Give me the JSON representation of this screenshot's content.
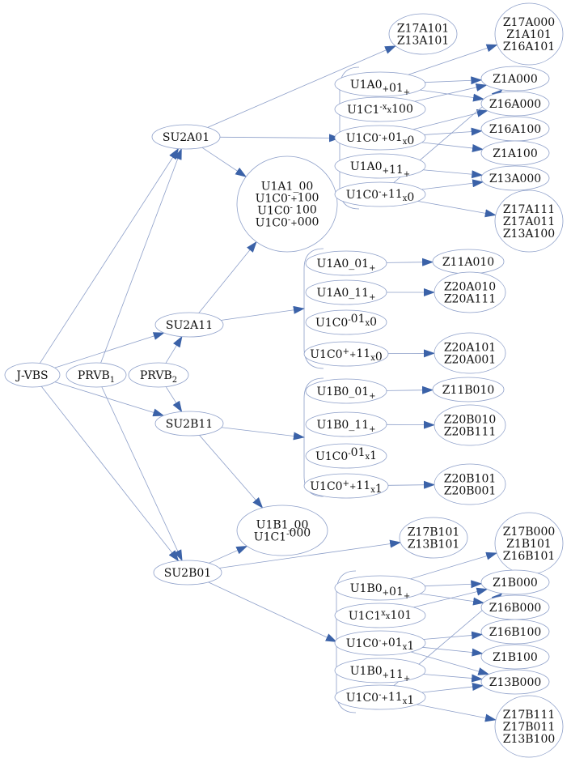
{
  "diagram": {
    "nodes": [
      {
        "id": "jvbs",
        "lines": [
          "J-VBS"
        ]
      },
      {
        "id": "prvb1",
        "lines": [
          "PRVB_{1}"
        ]
      },
      {
        "id": "prvb2",
        "lines": [
          "PRVB_{2}"
        ]
      },
      {
        "id": "su2a01",
        "lines": [
          "SU2A01"
        ]
      },
      {
        "id": "su2a11",
        "lines": [
          "SU2A11"
        ]
      },
      {
        "id": "su2b11",
        "lines": [
          "SU2B11"
        ]
      },
      {
        "id": "su2b01",
        "lines": [
          "SU2B01"
        ]
      },
      {
        "id": "u1a1grp",
        "lines": [
          "U1A1_00",
          "U1C0^{-}_{+}100",
          "U1C0^{-}_{ }100",
          "U1C0^{-}_{+}000"
        ]
      },
      {
        "id": "u1b1grp",
        "lines": [
          "U1B1_00",
          "U1C1^{-}000"
        ]
      },
      {
        "id": "z17a101grp",
        "lines": [
          "Z17A101",
          "Z13A101"
        ]
      },
      {
        "id": "z17a000grp",
        "lines": [
          "Z17A000",
          "Z1A101",
          "Z16A101"
        ]
      },
      {
        "id": "u1a0p01p",
        "lines": [
          "U1A0_{+}01_{+}"
        ]
      },
      {
        "id": "u1c1mx100",
        "lines": [
          "U1C1^{-x}_{x}100"
        ]
      },
      {
        "id": "u1c0pm01x0",
        "lines": [
          "U1C0^{-}_{+}01_{x}0"
        ]
      },
      {
        "id": "u1a0p11p",
        "lines": [
          "U1A0_{+}11_{+}"
        ]
      },
      {
        "id": "u1c0pm11x0",
        "lines": [
          "U1C0^{-}_{+}11_{x}0"
        ]
      },
      {
        "id": "z1a000",
        "lines": [
          "Z1A000"
        ]
      },
      {
        "id": "z16a000",
        "lines": [
          "Z16A000"
        ]
      },
      {
        "id": "z16a100",
        "lines": [
          "Z16A100"
        ]
      },
      {
        "id": "z1a100",
        "lines": [
          "Z1A100"
        ]
      },
      {
        "id": "z13a000",
        "lines": [
          "Z13A000"
        ]
      },
      {
        "id": "z17a111grp",
        "lines": [
          "Z17A111",
          "Z17A011",
          "Z13A100"
        ]
      },
      {
        "id": "u1a0m01p",
        "lines": [
          "U1A0_01_{+}"
        ]
      },
      {
        "id": "u1a0m11p",
        "lines": [
          "U1A0_11_{+}"
        ]
      },
      {
        "id": "u1c0mm01x0",
        "lines": [
          "U1C0^{-}01_{x}0"
        ]
      },
      {
        "id": "u1c0pp11x0",
        "lines": [
          "U1C0^{+}_{+}11_{x}0"
        ]
      },
      {
        "id": "z11a010",
        "lines": [
          "Z11A010"
        ]
      },
      {
        "id": "z20a010grp",
        "lines": [
          "Z20A010",
          "Z20A111"
        ]
      },
      {
        "id": "z20a101grp",
        "lines": [
          "Z20A101",
          "Z20A001"
        ]
      },
      {
        "id": "u1b0m01p",
        "lines": [
          "U1B0_01_{+}"
        ]
      },
      {
        "id": "u1b0m11p",
        "lines": [
          "U1B0_11_{+}"
        ]
      },
      {
        "id": "u1c0mm01x1",
        "lines": [
          "U1C0^{-}01_{x}1"
        ]
      },
      {
        "id": "u1c0pp11x1",
        "lines": [
          "U1C0^{+}_{+}11_{x}1"
        ]
      },
      {
        "id": "z11b010",
        "lines": [
          "Z11B010"
        ]
      },
      {
        "id": "z20b010grp",
        "lines": [
          "Z20B010",
          "Z20B111"
        ]
      },
      {
        "id": "z20b101grp",
        "lines": [
          "Z20B101",
          "Z20B001"
        ]
      },
      {
        "id": "z17b101grp",
        "lines": [
          "Z17B101",
          "Z13B101"
        ]
      },
      {
        "id": "z17b000grp",
        "lines": [
          "Z17B000",
          "Z1B101",
          "Z16B101"
        ]
      },
      {
        "id": "u1b0p01p",
        "lines": [
          "U1B0_{+}01_{+}"
        ]
      },
      {
        "id": "u1c1xx101",
        "lines": [
          "U1C1^{x}_{x}101"
        ]
      },
      {
        "id": "u1c0pm01x1",
        "lines": [
          "U1C0^{-}_{+}01_{x}1"
        ]
      },
      {
        "id": "u1b0p11p",
        "lines": [
          "U1B0_{+}11_{+}"
        ]
      },
      {
        "id": "u1c0pm11x1",
        "lines": [
          "U1C0^{-}_{+}11_{x}1"
        ]
      },
      {
        "id": "z1b000",
        "lines": [
          "Z1B000"
        ]
      },
      {
        "id": "z16b000",
        "lines": [
          "Z16B000"
        ]
      },
      {
        "id": "z16b100",
        "lines": [
          "Z16B100"
        ]
      },
      {
        "id": "z1b100",
        "lines": [
          "Z1B100"
        ]
      },
      {
        "id": "z13b000",
        "lines": [
          "Z13B000"
        ]
      },
      {
        "id": "z17b111grp",
        "lines": [
          "Z17B111",
          "Z17B011",
          "Z13B100"
        ]
      }
    ],
    "edges": [
      [
        "jvbs",
        "su2a01"
      ],
      [
        "jvbs",
        "su2a11"
      ],
      [
        "jvbs",
        "su2b11"
      ],
      [
        "jvbs",
        "su2b01"
      ],
      [
        "prvb1",
        "su2a01"
      ],
      [
        "prvb1",
        "su2b01"
      ],
      [
        "prvb2",
        "su2a11"
      ],
      [
        "prvb2",
        "su2b11"
      ],
      [
        "su2a01",
        "z17a101grp"
      ],
      [
        "su2a01",
        "brace-a01"
      ],
      [
        "su2a01",
        "u1a1grp"
      ],
      [
        "su2a11",
        "u1a1grp"
      ],
      [
        "su2a11",
        "brace-a11"
      ],
      [
        "su2b11",
        "brace-b11"
      ],
      [
        "su2b11",
        "u1b1grp"
      ],
      [
        "su2b01",
        "u1b1grp"
      ],
      [
        "su2b01",
        "z17b101grp"
      ],
      [
        "su2b01",
        "brace-b01"
      ],
      [
        "u1a0p01p",
        "z17a000grp"
      ],
      [
        "u1a0p01p",
        "z1a000"
      ],
      [
        "u1a0p01p",
        "z16a000"
      ],
      [
        "u1c1mx100",
        "z1a000"
      ],
      [
        "u1c0pm01x0",
        "z16a000"
      ],
      [
        "u1c0pm01x0",
        "z16a100"
      ],
      [
        "u1c0pm01x0",
        "z1a100"
      ],
      [
        "u1a0p11p",
        "z13a000"
      ],
      [
        "u1c0pm11x0",
        "z1a000"
      ],
      [
        "u1c0pm11x0",
        "z13a000"
      ],
      [
        "u1c0pm11x0",
        "z17a111grp"
      ],
      [
        "u1a0m01p",
        "z11a010"
      ],
      [
        "u1a0m11p",
        "z20a010grp"
      ],
      [
        "u1c0pp11x0",
        "z20a101grp"
      ],
      [
        "u1b0m01p",
        "z11b010"
      ],
      [
        "u1b0m11p",
        "z20b010grp"
      ],
      [
        "u1c0pp11x1",
        "z20b101grp"
      ],
      [
        "u1b0p01p",
        "z17b000grp"
      ],
      [
        "u1b0p01p",
        "z1b000"
      ],
      [
        "u1b0p01p",
        "z16b000"
      ],
      [
        "u1c1xx101",
        "z1b000"
      ],
      [
        "u1c0pm01x1",
        "z16b100"
      ],
      [
        "u1c0pm01x1",
        "z1b100"
      ],
      [
        "u1c0pm01x1",
        "z13b000"
      ],
      [
        "u1b0p11p",
        "z13b000"
      ],
      [
        "u1c0pm11x1",
        "z1b000"
      ],
      [
        "u1c0pm11x1",
        "z13b000"
      ],
      [
        "u1c0pm11x1",
        "z17b111grp"
      ]
    ],
    "colors": {
      "line": "#8d9fc9",
      "arrow": "#3b62a8",
      "text": "#111111",
      "background": "#ffffff"
    }
  }
}
